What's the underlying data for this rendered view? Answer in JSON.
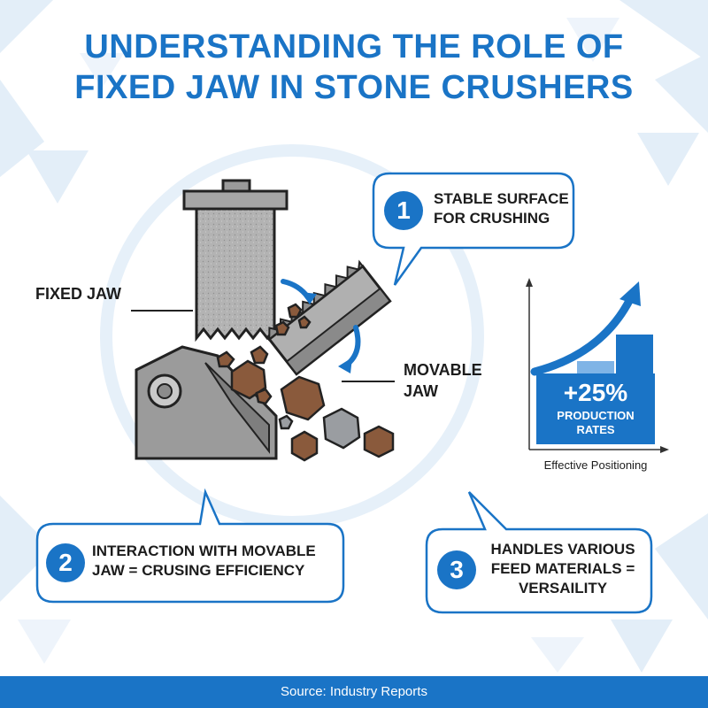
{
  "title": {
    "line1": "UNDERSTANDING THE ROLE OF",
    "line2": "FIXED JAW IN STONE CRUSHERS"
  },
  "labels": {
    "fixed_jaw": "FIXED JAW",
    "movable_jaw_line1": "MOVABLE",
    "movable_jaw_line2": "JAW"
  },
  "callouts": [
    {
      "number": "1",
      "line1": "STABLE SURFACE",
      "line2": "FOR CRUSHING"
    },
    {
      "number": "2",
      "line1": "INTERACTION WITH MOVABLE",
      "line2": "JAW = CRUSING EFFICIENCY"
    },
    {
      "number": "3",
      "line1": "HANDLES VARIOUS",
      "line2": "FEED MATERIALS =",
      "line3": "VERSAILITY"
    }
  ],
  "chart": {
    "value_label": "+25%",
    "sub_line1": "PRODUCTION",
    "sub_line2": "RATES",
    "axis_label": "Effective Positioning"
  },
  "footer": {
    "text": "Source: Industry Reports"
  },
  "colors": {
    "accent": "#1a74c6",
    "jaw_gray": "#a9a9a9",
    "stone_brown": "#8a5a3c",
    "stone_gray": "#9a9da1"
  }
}
